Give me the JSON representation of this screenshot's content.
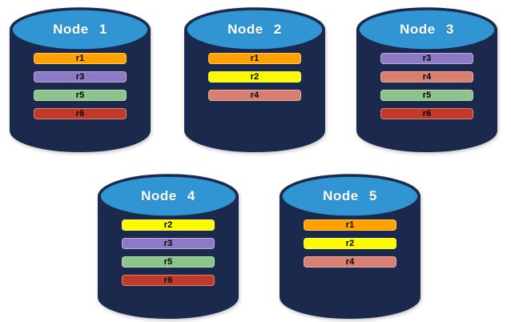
{
  "diagram": {
    "background_color": "#FFFFFF",
    "description": "Five database cylinder nodes holding colored replica bars"
  },
  "cylinder_colors": {
    "body": "#1B294D",
    "top": "#3095D2",
    "outline": "#1B294D"
  },
  "replica_colors": {
    "r1": "#FFA200",
    "r2": "#FBFB00",
    "r3": "#8C7BC4",
    "r4": "#D97F72",
    "r5": "#8BC58B",
    "r6": "#C13A27"
  },
  "replica_label_color": "#000000",
  "title_color": "#FFFFFF",
  "nodes": [
    {
      "title": "Node 1",
      "replicas": [
        "r1",
        "r3",
        "r5",
        "r6"
      ]
    },
    {
      "title": "Node 2",
      "replicas": [
        "r1",
        "r2",
        "r4"
      ]
    },
    {
      "title": "Node 3",
      "replicas": [
        "r3",
        "r4",
        "r5",
        "r6"
      ]
    },
    {
      "title": "Node 4",
      "replicas": [
        "r2",
        "r3",
        "r5",
        "r6"
      ]
    },
    {
      "title": "Node 5",
      "replicas": [
        "r1",
        "r2",
        "r4"
      ]
    }
  ]
}
